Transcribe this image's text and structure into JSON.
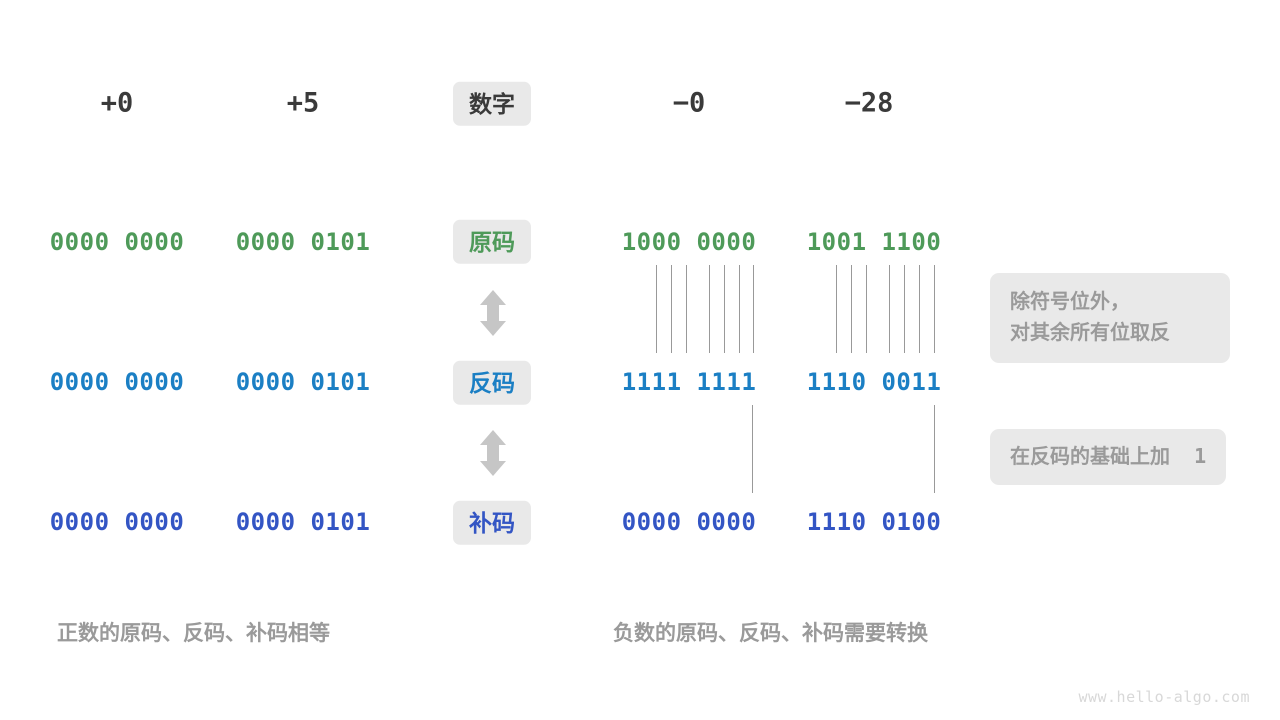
{
  "page": {
    "background": "#ffffff",
    "watermark": "www.hello-algo.com"
  },
  "colors": {
    "text_dark": "#3a3a3a",
    "green": "#4e9a59",
    "blue": "#1b7fc4",
    "navy": "#3355c4",
    "gray_text": "#9a9a9a",
    "badge_bg": "#e9e9e9",
    "line": "#999999"
  },
  "header": {
    "label": "数字",
    "columns": [
      "+0",
      "+5",
      "−0",
      "−28"
    ]
  },
  "rows": [
    {
      "label": "原码",
      "label_color": "#4e9a59",
      "value_color": "#4e9a59",
      "values": [
        "0000 0000",
        "0000 0101",
        "1000 0000",
        "1001 1100"
      ]
    },
    {
      "label": "反码",
      "label_color": "#1b7fc4",
      "value_color": "#1b7fc4",
      "values": [
        "0000 0000",
        "0000 0101",
        "1111 1111",
        "1110 0011"
      ]
    },
    {
      "label": "补码",
      "label_color": "#3355c4",
      "value_color": "#3355c4",
      "values": [
        "0000 0000",
        "0000 0101",
        "0000 0000",
        "1110 0100"
      ]
    }
  ],
  "annotations": [
    {
      "text": "除符号位外，\n对其余所有位取反"
    },
    {
      "text": "在反码的基础上加",
      "suffix": "1"
    }
  ],
  "captions": {
    "left": "正数的原码、反码、补码相等",
    "right": "负数的原码、反码、补码需要转换"
  },
  "icons": {
    "arrow_up_down": "arrow-up-down-icon"
  }
}
